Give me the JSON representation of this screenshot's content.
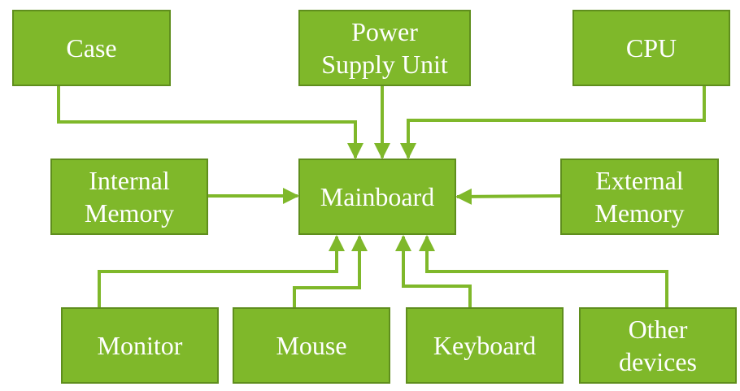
{
  "colors": {
    "box_fill": "#7fb82a",
    "box_border": "#5f8e1d",
    "connector": "#7fb82a",
    "text": "#ffffff"
  },
  "center": {
    "label": "Mainboard"
  },
  "top": [
    {
      "label": "Case"
    },
    {
      "label": "Power\nSupply Unit"
    },
    {
      "label": "CPU"
    }
  ],
  "middle": [
    {
      "label": "Internal\nMemory"
    },
    {
      "label": "External\nMemory"
    }
  ],
  "bottom": [
    {
      "label": "Monitor"
    },
    {
      "label": "Mouse"
    },
    {
      "label": "Keyboard"
    },
    {
      "label": "Other\ndevices"
    }
  ]
}
